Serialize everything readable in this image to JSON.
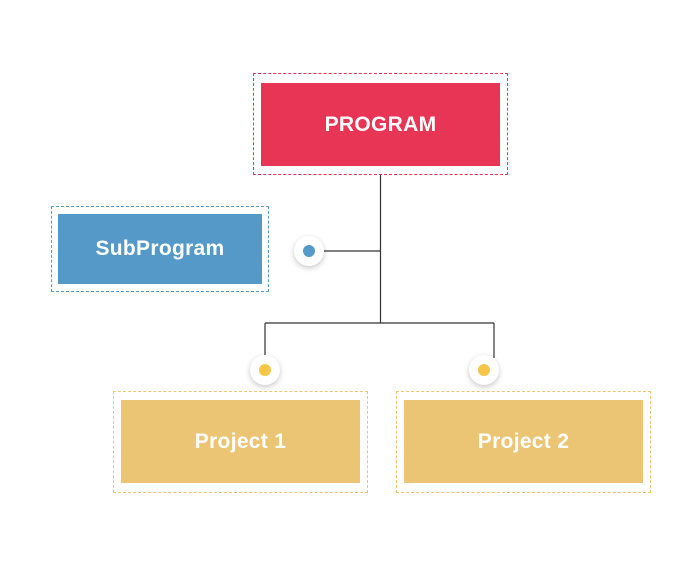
{
  "diagram": {
    "program": {
      "label": "PROGRAM",
      "color": "#E83455",
      "frame_color": "#E83455"
    },
    "subprogram": {
      "label": "SubProgram",
      "color": "#5499C7",
      "frame_color": "#5499C7"
    },
    "projects": [
      {
        "label": "Project 1",
        "color": "#EBC574",
        "frame_color": "#EBC574"
      },
      {
        "label": "Project 2",
        "color": "#EBC574",
        "frame_color": "#EBC574"
      }
    ],
    "connector_color": "#333333",
    "node_colors": {
      "subprogram": "#5499C7",
      "project": "#F7C548"
    }
  }
}
